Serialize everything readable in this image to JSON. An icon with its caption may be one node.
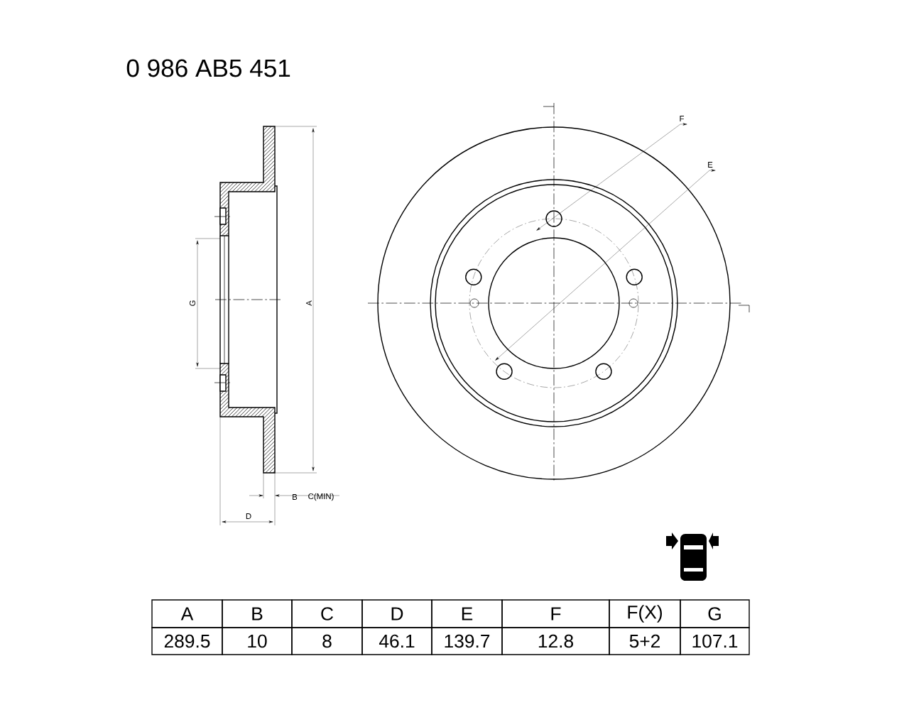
{
  "diagram": {
    "title": "0 986 AB5 451",
    "labels": [
      "F",
      "E",
      "G",
      "A",
      "B",
      "C(MIN)",
      "D",
      "A",
      "B",
      "C",
      "D",
      "E",
      "F",
      "F(X)",
      "G",
      "289.5",
      "10",
      "8",
      "46.1",
      "139.7",
      "12.8",
      "5+2",
      "107.1"
    ]
  }
}
